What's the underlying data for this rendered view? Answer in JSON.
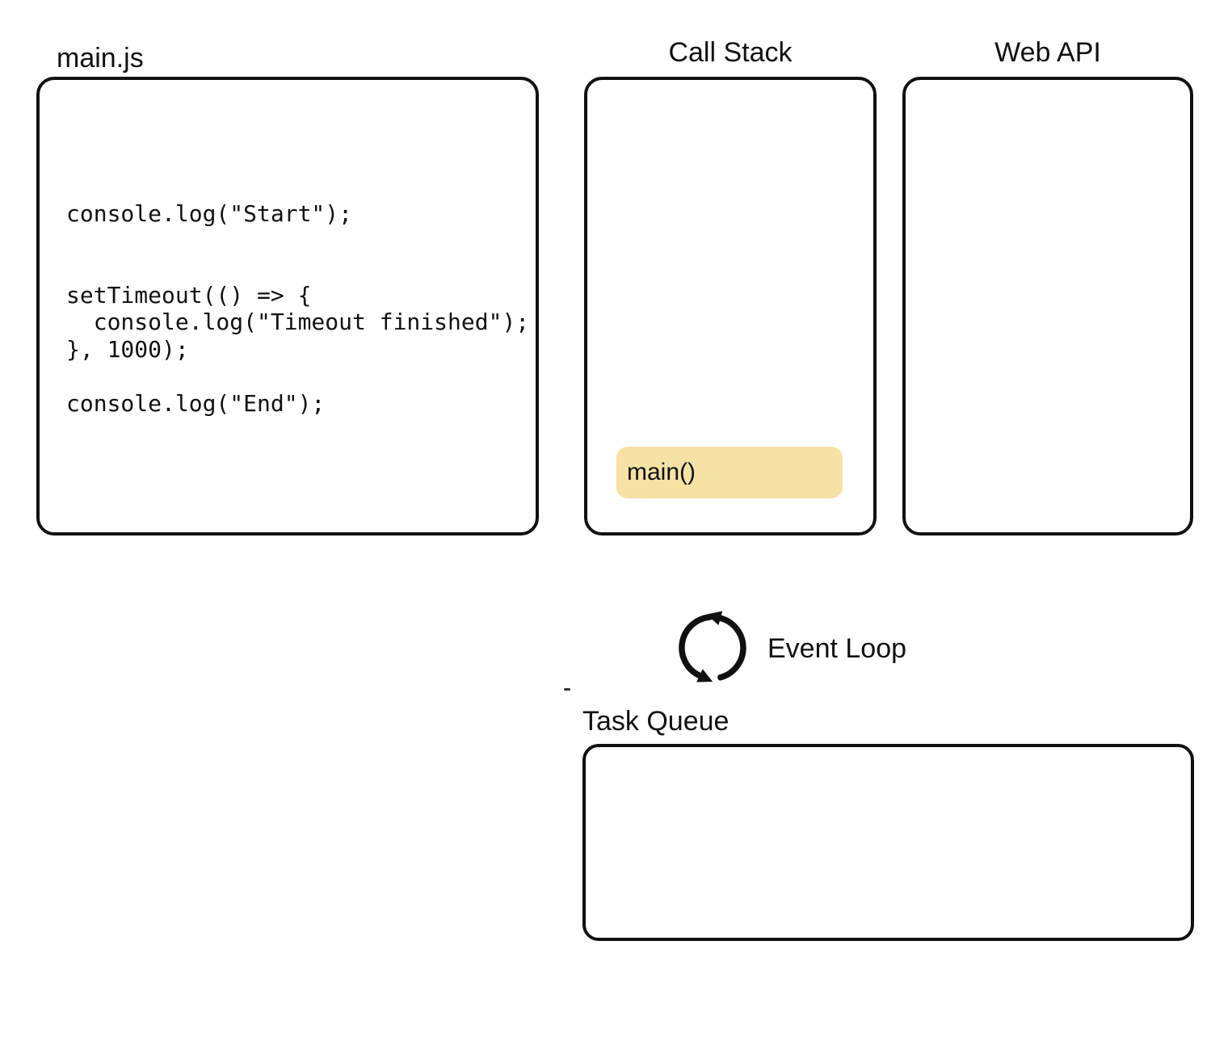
{
  "panels": {
    "main_js": {
      "title": "main.js",
      "code": "console.log(\"Start\");\n\n\nsetTimeout(() => {\n  console.log(\"Timeout finished\");\n}, 1000);\n\nconsole.log(\"End\");"
    },
    "call_stack": {
      "title": "Call Stack",
      "frames": [
        {
          "label": "main()"
        }
      ]
    },
    "web_api": {
      "title": "Web API",
      "items": []
    },
    "task_queue": {
      "title": "Task Queue",
      "items": []
    }
  },
  "event_loop": {
    "label": "Event Loop",
    "icon": "cycle-arrows-icon"
  },
  "colors": {
    "outline": "#111111",
    "stack_frame_fill": "#F6E2A4",
    "background": "#FFFFFF",
    "text": "#111111"
  }
}
